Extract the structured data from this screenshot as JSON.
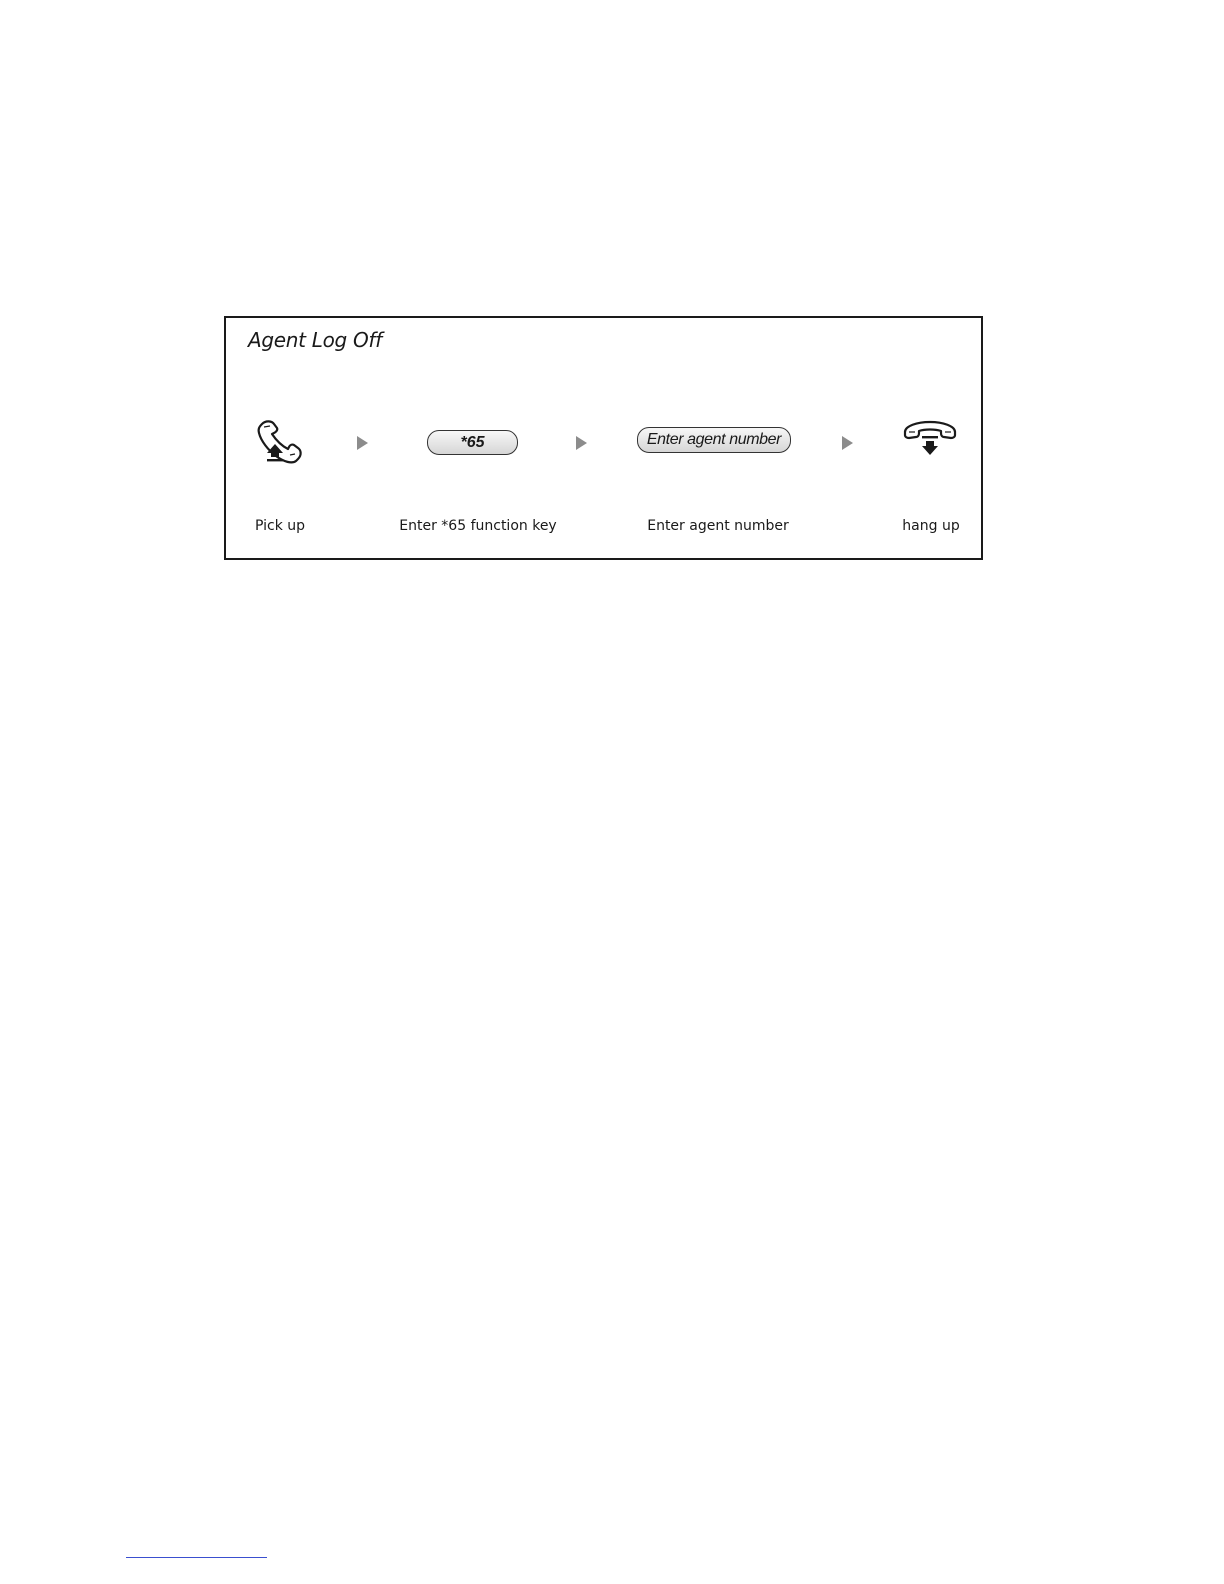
{
  "diagram": {
    "title": "Agent Log Off",
    "steps": [
      {
        "icon": "pick-up-handset-icon",
        "label": "Pick up"
      },
      {
        "key_text": "*65",
        "label": "Enter *65 function key"
      },
      {
        "key_text": "Enter agent number",
        "label": "Enter agent number"
      },
      {
        "icon": "hang-up-handset-icon",
        "label": "hang up"
      }
    ],
    "arrow_icon": "right-triangle-arrow-icon",
    "colors": {
      "border": "#1a1a1a",
      "arrow": "#8c8c8c",
      "footnote_rule": "#3a4fcf"
    }
  }
}
